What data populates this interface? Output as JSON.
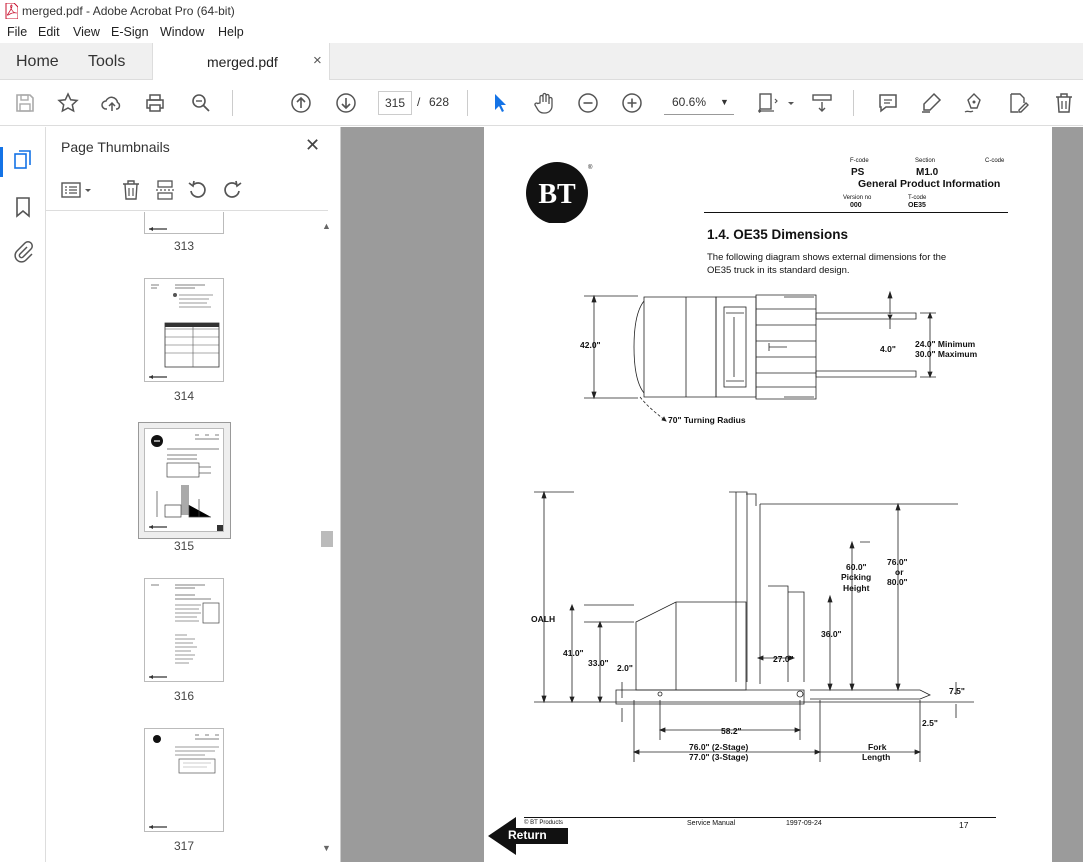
{
  "window": {
    "title": "merged.pdf - Adobe Acrobat Pro (64-bit)"
  },
  "menu": [
    "File",
    "Edit",
    "View",
    "E-Sign",
    "Window",
    "Help"
  ],
  "tabs": {
    "home": "Home",
    "tools": "Tools",
    "doc": "merged.pdf",
    "close": "×"
  },
  "toolbar": {
    "page_current": "315",
    "page_sep": "/",
    "page_total": "628",
    "zoom": "60.6%"
  },
  "panel": {
    "title": "Page Thumbnails",
    "close": "✕",
    "thumbnails": [
      "313",
      "314",
      "315",
      "316",
      "317"
    ],
    "selected": "315"
  },
  "doc": {
    "header": {
      "fcode_label": "F-code",
      "fcode": "PS",
      "section_label": "Section",
      "section": "M1.0",
      "ccode_label": "C-code",
      "title": "General Product Information",
      "version_label": "Version no",
      "version": "000",
      "tcode_label": "T-code",
      "tcode": "OE35"
    },
    "logo": "BT",
    "heading": "1.4. OE35 Dimensions",
    "intro_1": "The following diagram shows external dimensions for the",
    "intro_2": "OE35 truck in its standard design.",
    "top_view": {
      "width": "42.0\"",
      "fork_gap": "4.0\"",
      "spread_min": "24.0\" Minimum",
      "spread_max": "30.0\" Maximum",
      "turning": "70\" Turning Radius"
    },
    "side_view": {
      "oalh": "OALH",
      "h41": "41.0\"",
      "h33": "33.0\"",
      "h2": "2.0\"",
      "picking_1": "60.0\"",
      "picking_2": "Picking",
      "picking_3": "Height",
      "lift_1": "76.0\"",
      "lift_2": "or",
      "lift_3": "80.0\"",
      "h36": "36.0\"",
      "d27": "27.0\"",
      "fork_h": "7.5\"",
      "fork_t": "2.5\"",
      "wheelbase": "58.2\"",
      "len_2stage": "76.0\" (2-Stage)",
      "len_3stage": "77.0\" (3-Stage)",
      "fork_len_1": "Fork",
      "fork_len_2": "Length"
    },
    "footer": {
      "copyright": "© BT Products",
      "manual": "Service Manual",
      "date": "1997-09-24",
      "page": "17",
      "return": "Return"
    }
  },
  "colors": {
    "accent": "#1473e6",
    "doc_bg": "#9b9b9b"
  }
}
